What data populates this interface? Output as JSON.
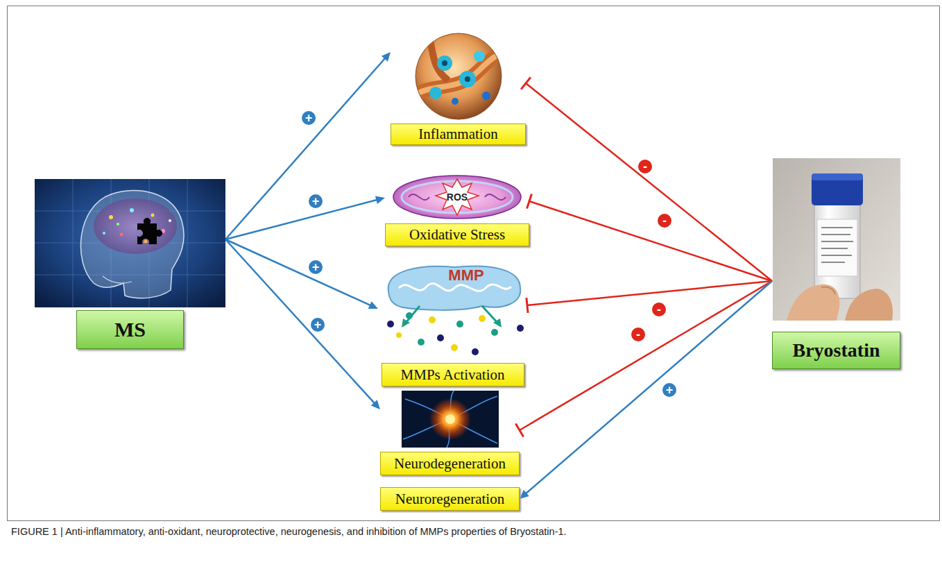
{
  "diagram": {
    "caption": "FIGURE 1 | Anti-inflammatory, anti-oxidant, neuroprotective, neurogenesis, and inhibition of MMPs properties of Bryostatin-1.",
    "nodes": [
      {
        "text": [
          "MS"
        ]
      },
      {
        "text": [
          "Inflammation"
        ]
      },
      {
        "text": [
          "Oxidative Stress"
        ]
      },
      {
        "text": [
          "MMPs Activation"
        ]
      },
      {
        "text": [
          "Neurodegeneration"
        ]
      },
      {
        "text": [
          "Neuroregeneration"
        ]
      },
      {
        "text": [
          "Bryostatin"
        ]
      }
    ],
    "edges": [
      {
        "from": 0,
        "to": 1,
        "arrow": "to",
        "label": "+"
      },
      {
        "from": 0,
        "to": 2,
        "arrow": "to",
        "label": "+"
      },
      {
        "from": 0,
        "to": 3,
        "arrow": "to",
        "label": "+"
      },
      {
        "from": 0,
        "to": 4,
        "arrow": "to",
        "label": "+"
      },
      {
        "from": 6,
        "to": 1,
        "arrow": "to",
        "label": "-"
      },
      {
        "from": 6,
        "to": 2,
        "arrow": "to",
        "label": "-"
      },
      {
        "from": 6,
        "to": 3,
        "arrow": "to",
        "label": "-"
      },
      {
        "from": 6,
        "to": 4,
        "arrow": "to",
        "label": "-"
      },
      {
        "from": 6,
        "to": 5,
        "arrow": "to",
        "label": "+"
      }
    ],
    "labels": [
      "ROS",
      "MMP"
    ]
  }
}
